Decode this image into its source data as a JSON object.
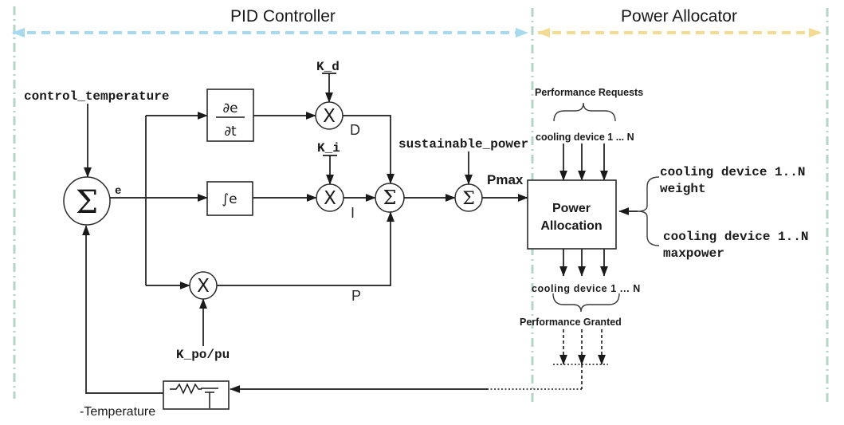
{
  "header": {
    "left_title": "PID Controller",
    "right_title": "Power Allocator"
  },
  "pid": {
    "control_temperature": "control_temperature",
    "error_label": "e",
    "k_d": "K_d",
    "k_i": "K_i",
    "k_po_pu": "K_po/pu",
    "derivative_numerator": "∂e",
    "derivative_denominator": "∂t",
    "integral": "∫e",
    "d_label": "D",
    "i_label": "I",
    "p_label": "P",
    "sum_glyph": "Σ",
    "multiply_glyph": "X",
    "sustainable_power": "sustainable_power",
    "pmax": "Pmax",
    "temperature": "-Temperature"
  },
  "allocator": {
    "box_line1": "Power",
    "box_line2": "Allocation",
    "performance_requests": "Performance Requests",
    "cooling_devices_in": "cooling device 1 ... N",
    "cooling_devices_out": "cooling device 1 ... N",
    "performance_granted": "Performance Granted",
    "weight_line1": "cooling device 1..N",
    "weight_line2": "weight",
    "maxpower_line1": "cooling device 1..N",
    "maxpower_line2": "maxpower"
  },
  "colors": {
    "pid_region_accent": "#a7d9ef",
    "allocator_region_accent": "#f4db93",
    "divider": "#b5d6c6",
    "line": "#1a1a1a"
  }
}
